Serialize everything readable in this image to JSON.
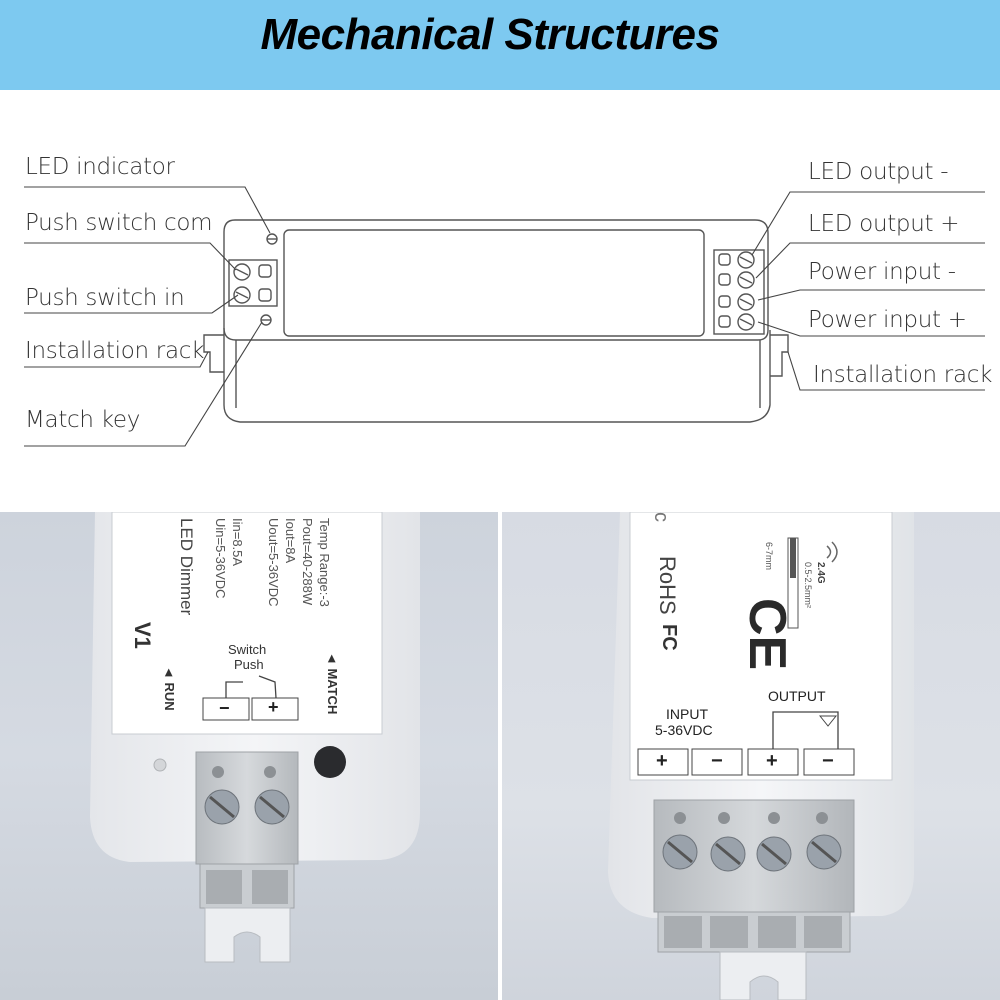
{
  "title": "Mechanical Structures",
  "callouts": {
    "led_indicator": "LED indicator",
    "push_switch_com": "Push switch com",
    "push_switch_in": "Push switch in",
    "installation_rack_left": "Installation rack",
    "match_key": "Match key",
    "led_output_minus": "LED output -",
    "led_output_plus": "LED output +",
    "power_input_minus": "Power input -",
    "power_input_plus": "Power input +",
    "installation_rack_right": "Installation rack"
  },
  "left_photo": {
    "model": "V1",
    "product": "LED Dimmer",
    "spec_in_1": "Uin=5-36VDC",
    "spec_in_2": "Iin=8.5A",
    "spec_out_1": "Uout=5-36VDC",
    "spec_out_2": "Iout=8A",
    "spec_out_3": "Pout=40-288W",
    "spec_out_4": "Temp Range:-3",
    "run_label": "◄ RUN",
    "match_label": "◄ MATCH",
    "switch_label": "Switch",
    "push_label": "Push",
    "minus": "−",
    "plus": "+"
  },
  "right_photo": {
    "edge_char": "c",
    "rohs": "RoHS",
    "fc": "FC",
    "ce": "CE",
    "wireless": "2.4G",
    "wire_spec": "0.5-2.5mm²",
    "strip_spec": "6-7mm",
    "input_label": "INPUT",
    "input_voltage": "5-36VDC",
    "output_label": "OUTPUT",
    "plus": "+",
    "minus": "−"
  },
  "colors": {
    "banner": "#7dc9f0",
    "outline": "#555555",
    "device_body": "#eeeff1",
    "terminal": "#c8ccd0"
  }
}
